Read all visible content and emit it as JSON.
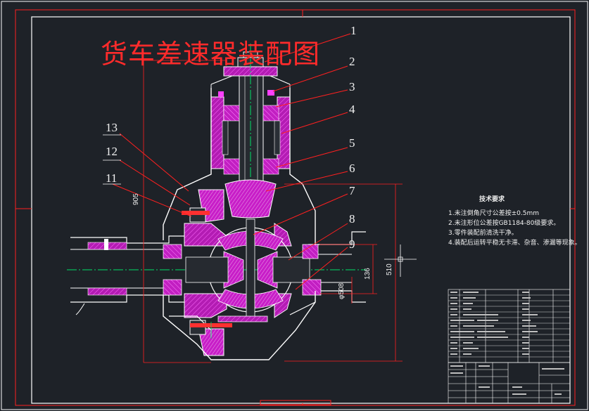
{
  "title": "货车差速器装配图",
  "callouts": [
    "1",
    "2",
    "3",
    "4",
    "5",
    "6",
    "7",
    "8",
    "9",
    "11",
    "12",
    "13"
  ],
  "dimensions": {
    "height_905": "905",
    "width_510": "510",
    "dim_136": "136",
    "diameter": "φ508"
  },
  "tech": {
    "title": "技术要求",
    "lines": [
      "1.未注倒角尺寸公差按±0.5mm",
      "2.未注形位公差按GB1184-80级要求。",
      "3.零件装配前清洗干净。",
      "4.装配后运转平稳无卡滞、杂音、渗漏等现象。"
    ]
  },
  "colors": {
    "background": "#1e2228",
    "outline": "#ffffff",
    "frame": "#ff2020",
    "hatch": "#c020c0",
    "centerline": "#00dd66",
    "leader": "#ff2020",
    "text": "#f0f0f0"
  }
}
